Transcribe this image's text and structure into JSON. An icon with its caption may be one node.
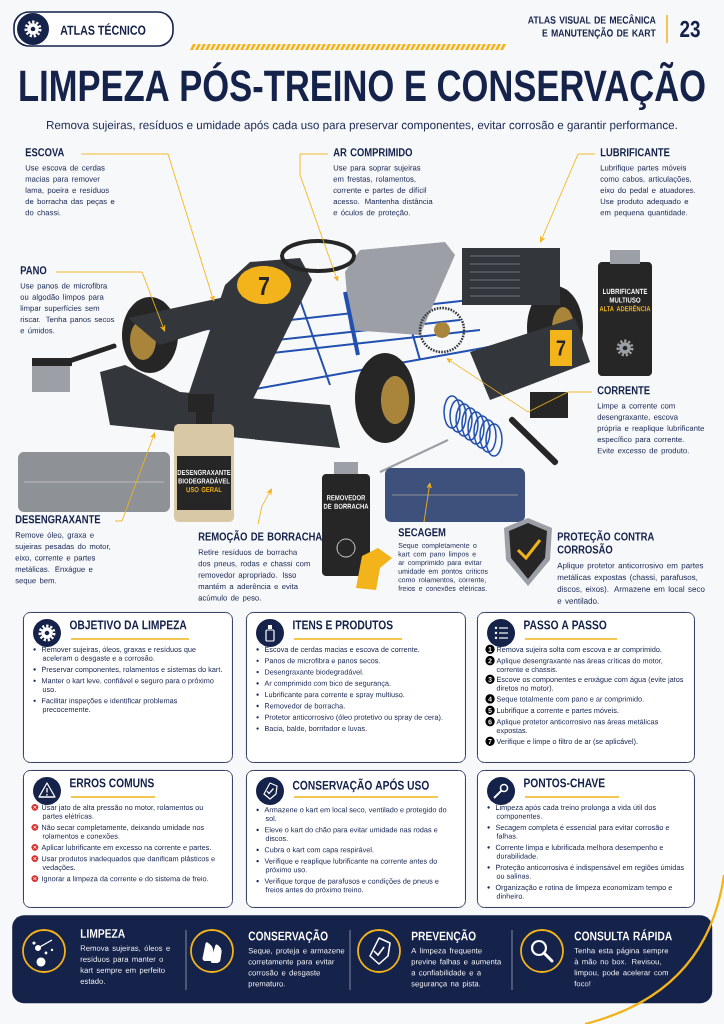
{
  "diagram": {
    "title": "LIMPEZA PÓS-TREINO E CONSERVAÇÃO",
    "nodes": [
      {
        "text": [
          "ESCOVA",
          "Use escova de cerdas macias para remover lama, poeira e resíduos de borracha das peças e do chassi."
        ]
      },
      {
        "text": [
          "AR COMPRIMIDO",
          "Use para soprar sujeiras em frestas, rolamentos, corrente e partes de difícil acesso. Mantenha distância e óculos de proteção."
        ]
      },
      {
        "text": [
          "LUBRIFICANTE",
          "Lubrifique partes móveis como cabos, articulações, eixo do pedal e atuadores. Use produto adequado e em pequena quantidade."
        ]
      },
      {
        "text": [
          "PANO",
          "Use panos de microfibra ou algodão limpos para limpar superfícies sem riscar. Tenha panos secos e úmidos."
        ]
      },
      {
        "text": [
          "CORRENTE",
          "Limpe a corrente com desengraxante, escova própria e reaplique lubrificante específico para corrente. Evite excesso de produto."
        ]
      },
      {
        "text": [
          "DESENGRAXANTE",
          "Remove óleo, graxa e sujeiras pesadas do motor, eixo, corrente e partes metálicas. Enxágue e seque bem."
        ]
      },
      {
        "text": [
          "REMOÇÃO DE BORRACHA",
          "Retire resíduos de borracha dos pneus, rodas e chassi com removedor apropriado. Isso mantém a aderência e evita acúmulo de peso."
        ]
      },
      {
        "text": [
          "SECAGEM",
          "Seque completamente o kart com pano limpos e ar comprimido para evitar umidade em pontos críticos como rolamentos, corrente, freios e conexões elétricas."
        ]
      },
      {
        "text": [
          "OBJETIVO DA LIMPEZA",
          "Remover sujeiras, óleos, graxas e resíduos que aceleram o desgaste e a corrosão.",
          "Preservar componentes, rolamentos e sistemas do kart.",
          "Manter o kart leve, confiável e seguro para o próximo uso.",
          "Facilitar inspeções e identificar problemas precocemente."
        ]
      },
      {
        "text": [
          "ITENS E PRODUTOS",
          "Escova de cerdas macias e escova de corrente.",
          "Panos de microfibra e panos secos.",
          "Desengraxante biodegradável.",
          "Ar comprimido com bico de segurança.",
          "Lubrificante para corrente e spray multiuso.",
          "Removedor de borracha.",
          "Protetor anticorrosivo (óleo protetivo ou spray de cera).",
          "Bacia, balde, borrifador e luvas."
        ]
      },
      {
        "text": [
          "PASSO A PASSO",
          "Remova sujeira solta com escova e ar comprimido.",
          "Aplique desengraxante nas áreas críticas do motor, corrente e chassis.",
          "Escove os componentes e enxágue com água (evite jatos diretos no motor).",
          "Seque totalmente com pano e ar comprimido.",
          "Lubrifique a corrente e partes móveis.",
          "Aplique protetor anticorrosivo nas áreas metálicas expostas.",
          "Verifique e limpe o filtro de ar (se aplicável)."
        ]
      },
      {
        "text": [
          "ERROS COMUNS",
          "Usar jato de alta pressão no motor, rolamentos ou partes elétricas.",
          "Não secar completamente, deixando umidade nos rolamentos e conexões.",
          "Aplicar lubrificante em excesso na corrente e partes.",
          "Usar produtos inadequados que danificam plásticos e vedações.",
          "Ignorar a limpeza da corrente e do sistema de freio."
        ]
      },
      {
        "text": [
          "CONSERVAÇÃO APÓS USO",
          "Armazene o kart em local seco, ventilado e protegido do sol.",
          "Eleve o kart do chão para evitar umidade nas rodas e discos.",
          "Cubra o kart com capa respirável.",
          "Verifique e reaplique lubrificante na corrente antes do próximo uso.",
          "Verifique torque de parafusos e condições de pneus e freios antes do próximo treino."
        ]
      },
      {
        "text": [
          "PONTOS-CHAVE",
          "Limpeza após cada treino prolonga a vida útil dos componentes.",
          "Secagem completa é essencial para evitar corrosão e falhas.",
          "Corrente limpa e lubrificada melhora desempenho e durabilidade.",
          "Proteção anticorrosiva é indispensável em regiões úmidas ou salinas.",
          "Organização e rotina de limpeza economizam tempo e dinheiro."
        ]
      },
      {
        "text": [],
        "shape": "box"
      },
      {
        "text": [
          "LIMPEZA",
          "Remova sujeiras, óleos e resíduos para manter o kart sempre em perfeito estado."
        ],
        "in": 14
      },
      {
        "text": [
          "CONSERVAÇÃO",
          "Seque, proteja e armazene corretamente para evitar corrosão e desgaste prematuro."
        ],
        "in": 14
      },
      {
        "text": [
          "PREVENÇÃO",
          "A limpeza frequente previne falhas e aumenta a confiabilidade e a segurança na pista."
        ],
        "in": 14
      },
      {
        "text": [
          "CONSULTA RÁPIDA",
          "Tenha esta página sempre à mão no box. Revisou, limpou, pode acelerar com foco!"
        ],
        "in": 14
      }
    ],
    "edges": [
      {
        "from": 0,
        "to": null,
        "arrow": "to"
      },
      {
        "from": 1,
        "to": null,
        "arrow": "to"
      },
      {
        "from": 2,
        "to": null,
        "arrow": "to"
      },
      {
        "from": 3,
        "to": null,
        "arrow": "to"
      },
      {
        "from": 4,
        "to": null,
        "arrow": "to"
      },
      {
        "from": 5,
        "to": null,
        "arrow": "to"
      },
      {
        "from": 6,
        "to": null,
        "arrow": "to"
      },
      {
        "from": 7,
        "to": null,
        "arrow": "to"
      }
    ],
    "labels": [
      "ATLAS TÉCNICO",
      "ATLAS VISUAL DE MECÂNICA E MANUTENÇÃO DE KART",
      "23",
      "Remova sujeiras, resíduos e umidade após cada uso para preservar componentes, evitar corrosão e garantir performance.",
      "7",
      "7",
      "LUBRIFICANTE MULTIUSO",
      "ALTA ADERÊNCIA",
      "DESENGRAXANTE BIODEGRADÁVEL",
      "USO GERAL",
      "REMOVEDOR DE BORRACHA",
      "PROTEÇÃO CONTRA CORROSÃO",
      "Aplique protetor anticorrosivo em partes metálicas expostas (chassi, parafusos, discos, eixos). Armazene em local seco e ventilado.",
      "1",
      "2",
      "3",
      "4",
      "5",
      "6",
      "7"
    ]
  }
}
